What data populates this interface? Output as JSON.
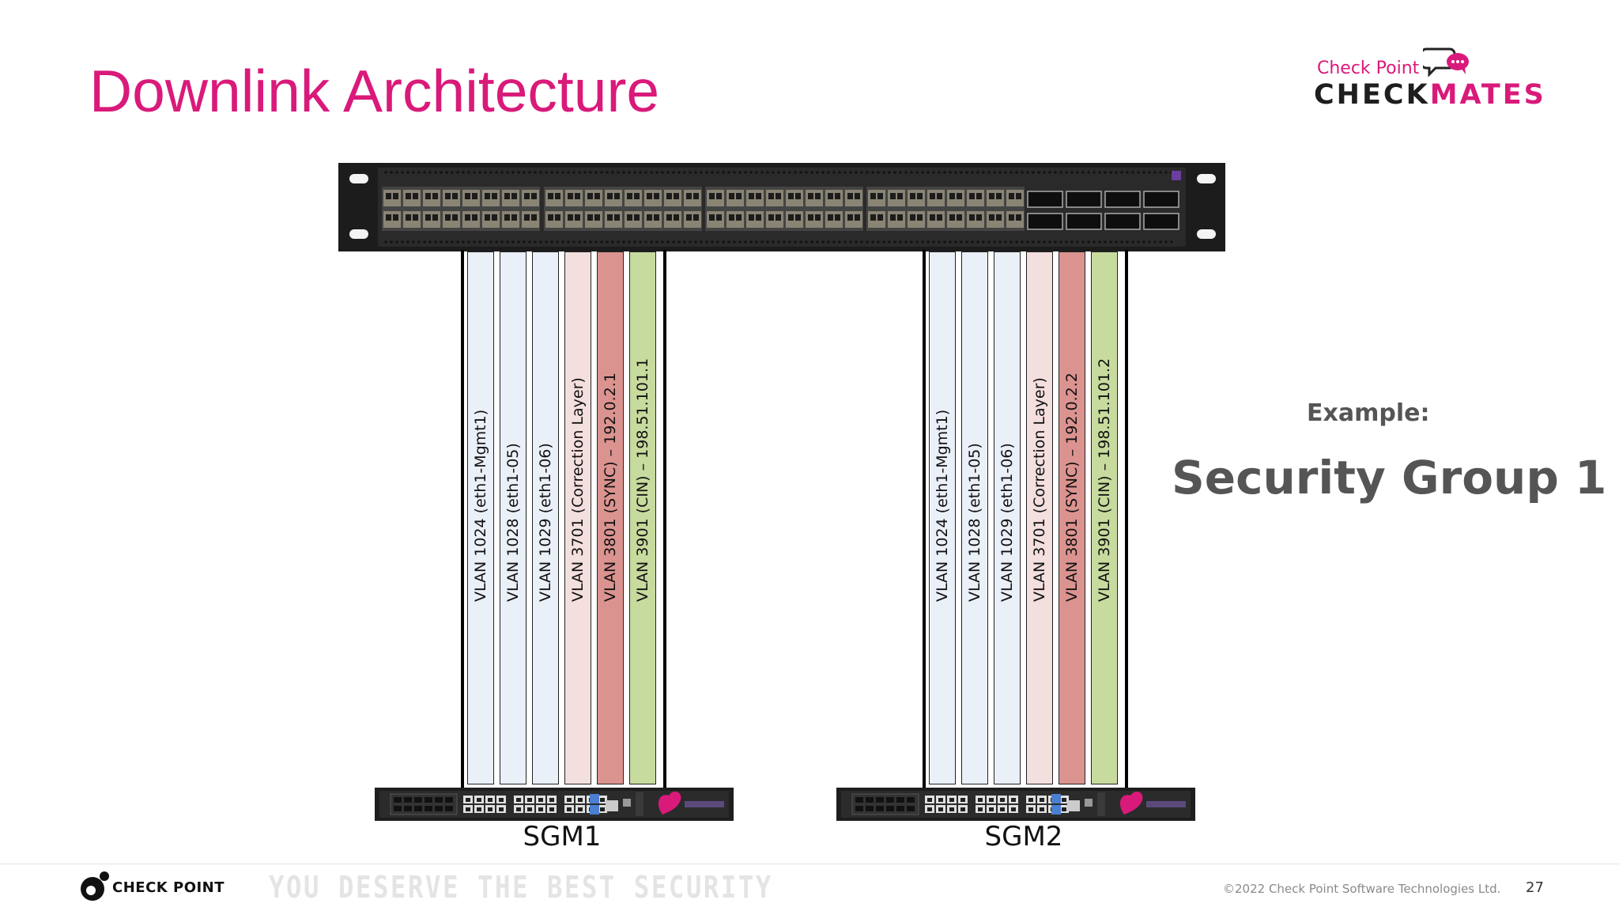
{
  "slide": {
    "title": "Downlink Architecture",
    "example_label": "Example:",
    "group_title": "Security Group 1",
    "page_number": "27",
    "copyright": "©2022 Check Point Software Technologies Ltd."
  },
  "branding": {
    "top_logo_small": "Check Point",
    "top_logo_big_dark": "CHECK",
    "top_logo_big_pink": "MATES",
    "footer_logo": "CHECK POINT",
    "tagline": "YOU DESERVE THE BEST SECURITY",
    "accent_color": "#d91a7a"
  },
  "sgms": [
    {
      "label": "SGM1",
      "vlans": [
        {
          "text": "VLAN 1024 (eth1-Mgmt1)",
          "color": "#eaf0f7"
        },
        {
          "text": "VLAN 1028 (eth1-05)",
          "color": "#eaf0f7"
        },
        {
          "text": "VLAN 1029 (eth1-06)",
          "color": "#eaf0f7"
        },
        {
          "text": "VLAN 3701 (Correction Layer)",
          "color": "#f3dfde"
        },
        {
          "text": "VLAN 3801 (SYNC) – 192.0.2.1",
          "color": "#db9390"
        },
        {
          "text": "VLAN 3901 (CIN) – 198.51.101.1",
          "color": "#c7db9e"
        }
      ]
    },
    {
      "label": "SGM2",
      "vlans": [
        {
          "text": "VLAN 1024 (eth1-Mgmt1)",
          "color": "#eaf0f7"
        },
        {
          "text": "VLAN 1028 (eth1-05)",
          "color": "#eaf0f7"
        },
        {
          "text": "VLAN 1029 (eth1-06)",
          "color": "#eaf0f7"
        },
        {
          "text": "VLAN 3701 (Correction Layer)",
          "color": "#f3dfde"
        },
        {
          "text": "VLAN 3801 (SYNC) – 192.0.2.2",
          "color": "#db9390"
        },
        {
          "text": "VLAN 3901 (CIN) – 198.51.101.2",
          "color": "#c7db9e"
        }
      ]
    }
  ]
}
